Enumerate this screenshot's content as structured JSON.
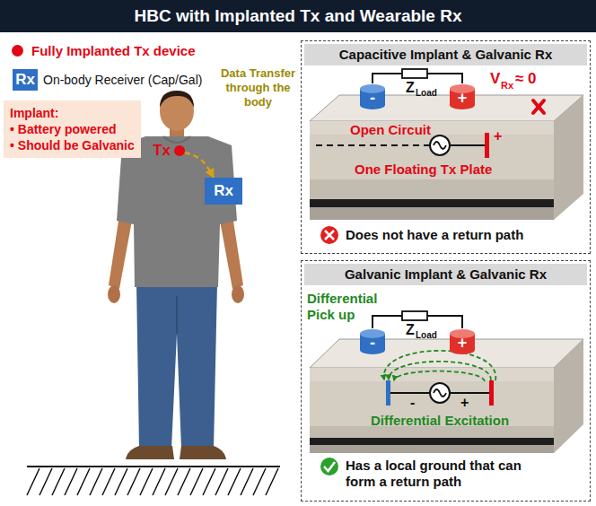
{
  "diagram": {
    "title": "HBC with Implanted Tx and Wearable Rx",
    "nodes": [
      {
        "text": [
          "Rx"
        ]
      },
      {
        "text": [
          "Implant:",
          "• Battery powered",
          "• Should be Galvanic"
        ]
      },
      {
        "text": [
          "Tx"
        ]
      },
      {
        "text": [
          "Rx"
        ]
      },
      {
        "text": [
          "Capacitive Implant & Galvanic Rx"
        ]
      },
      {
        "text": [
          "-"
        ],
        "in": 4
      },
      {
        "text": [
          "+"
        ],
        "in": 4
      },
      {
        "text": [
          "Galvanic Implant & Galvanic Rx"
        ]
      },
      {
        "text": [
          "-"
        ],
        "in": 7
      },
      {
        "text": [
          "+"
        ],
        "in": 7
      }
    ],
    "edges": [
      {
        "from": 2,
        "to": 3,
        "arrow": "to",
        "label": "Data Transfer through the body"
      },
      {
        "from": 5,
        "to": 6,
        "arrow": "none"
      },
      {
        "from": 8,
        "to": 9,
        "arrow": "none"
      }
    ],
    "labels": [
      "On-body Receiver (Cap/Gal)",
      "Z",
      "Load",
      "V",
      "Rx",
      "≈ 0",
      "Open Circuit",
      "+",
      "One Floating Tx Plate",
      "Does not have a return path",
      "Differential Pick up",
      "Z",
      "Load",
      "-",
      "+",
      "Differential Excitation",
      "Has a local ground that can form a return path"
    ],
    "legend": [
      {
        "text": "Fully Implanted Tx device",
        "color": "#e30613"
      }
    ]
  }
}
